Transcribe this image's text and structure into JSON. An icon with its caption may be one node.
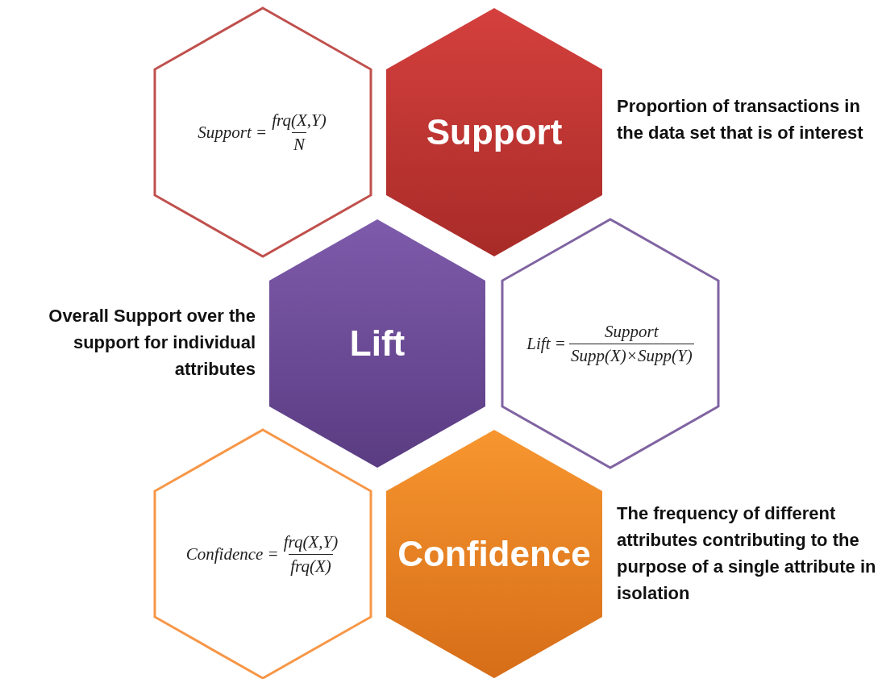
{
  "diagram": {
    "nodes": [
      {
        "text": [
          "Support =",
          "frq(X,Y)",
          "N"
        ]
      },
      {
        "text": [
          "Support"
        ],
        "beside": [
          "Proportion of transactions in the data set that is of interest"
        ]
      },
      {
        "text": [
          "Lift"
        ],
        "beside": [
          "Overall Support over the support for individual attributes"
        ]
      },
      {
        "text": [
          "Lift =",
          "Support",
          "Supp(X)×Supp(Y)"
        ]
      },
      {
        "text": [
          "Confidence =",
          "frq(X,Y)",
          "frq(X)"
        ]
      },
      {
        "text": [
          "Confidence"
        ],
        "beside": [
          "The frequency of different attributes contributing to the purpose of a single attribute in isolation"
        ]
      }
    ]
  }
}
